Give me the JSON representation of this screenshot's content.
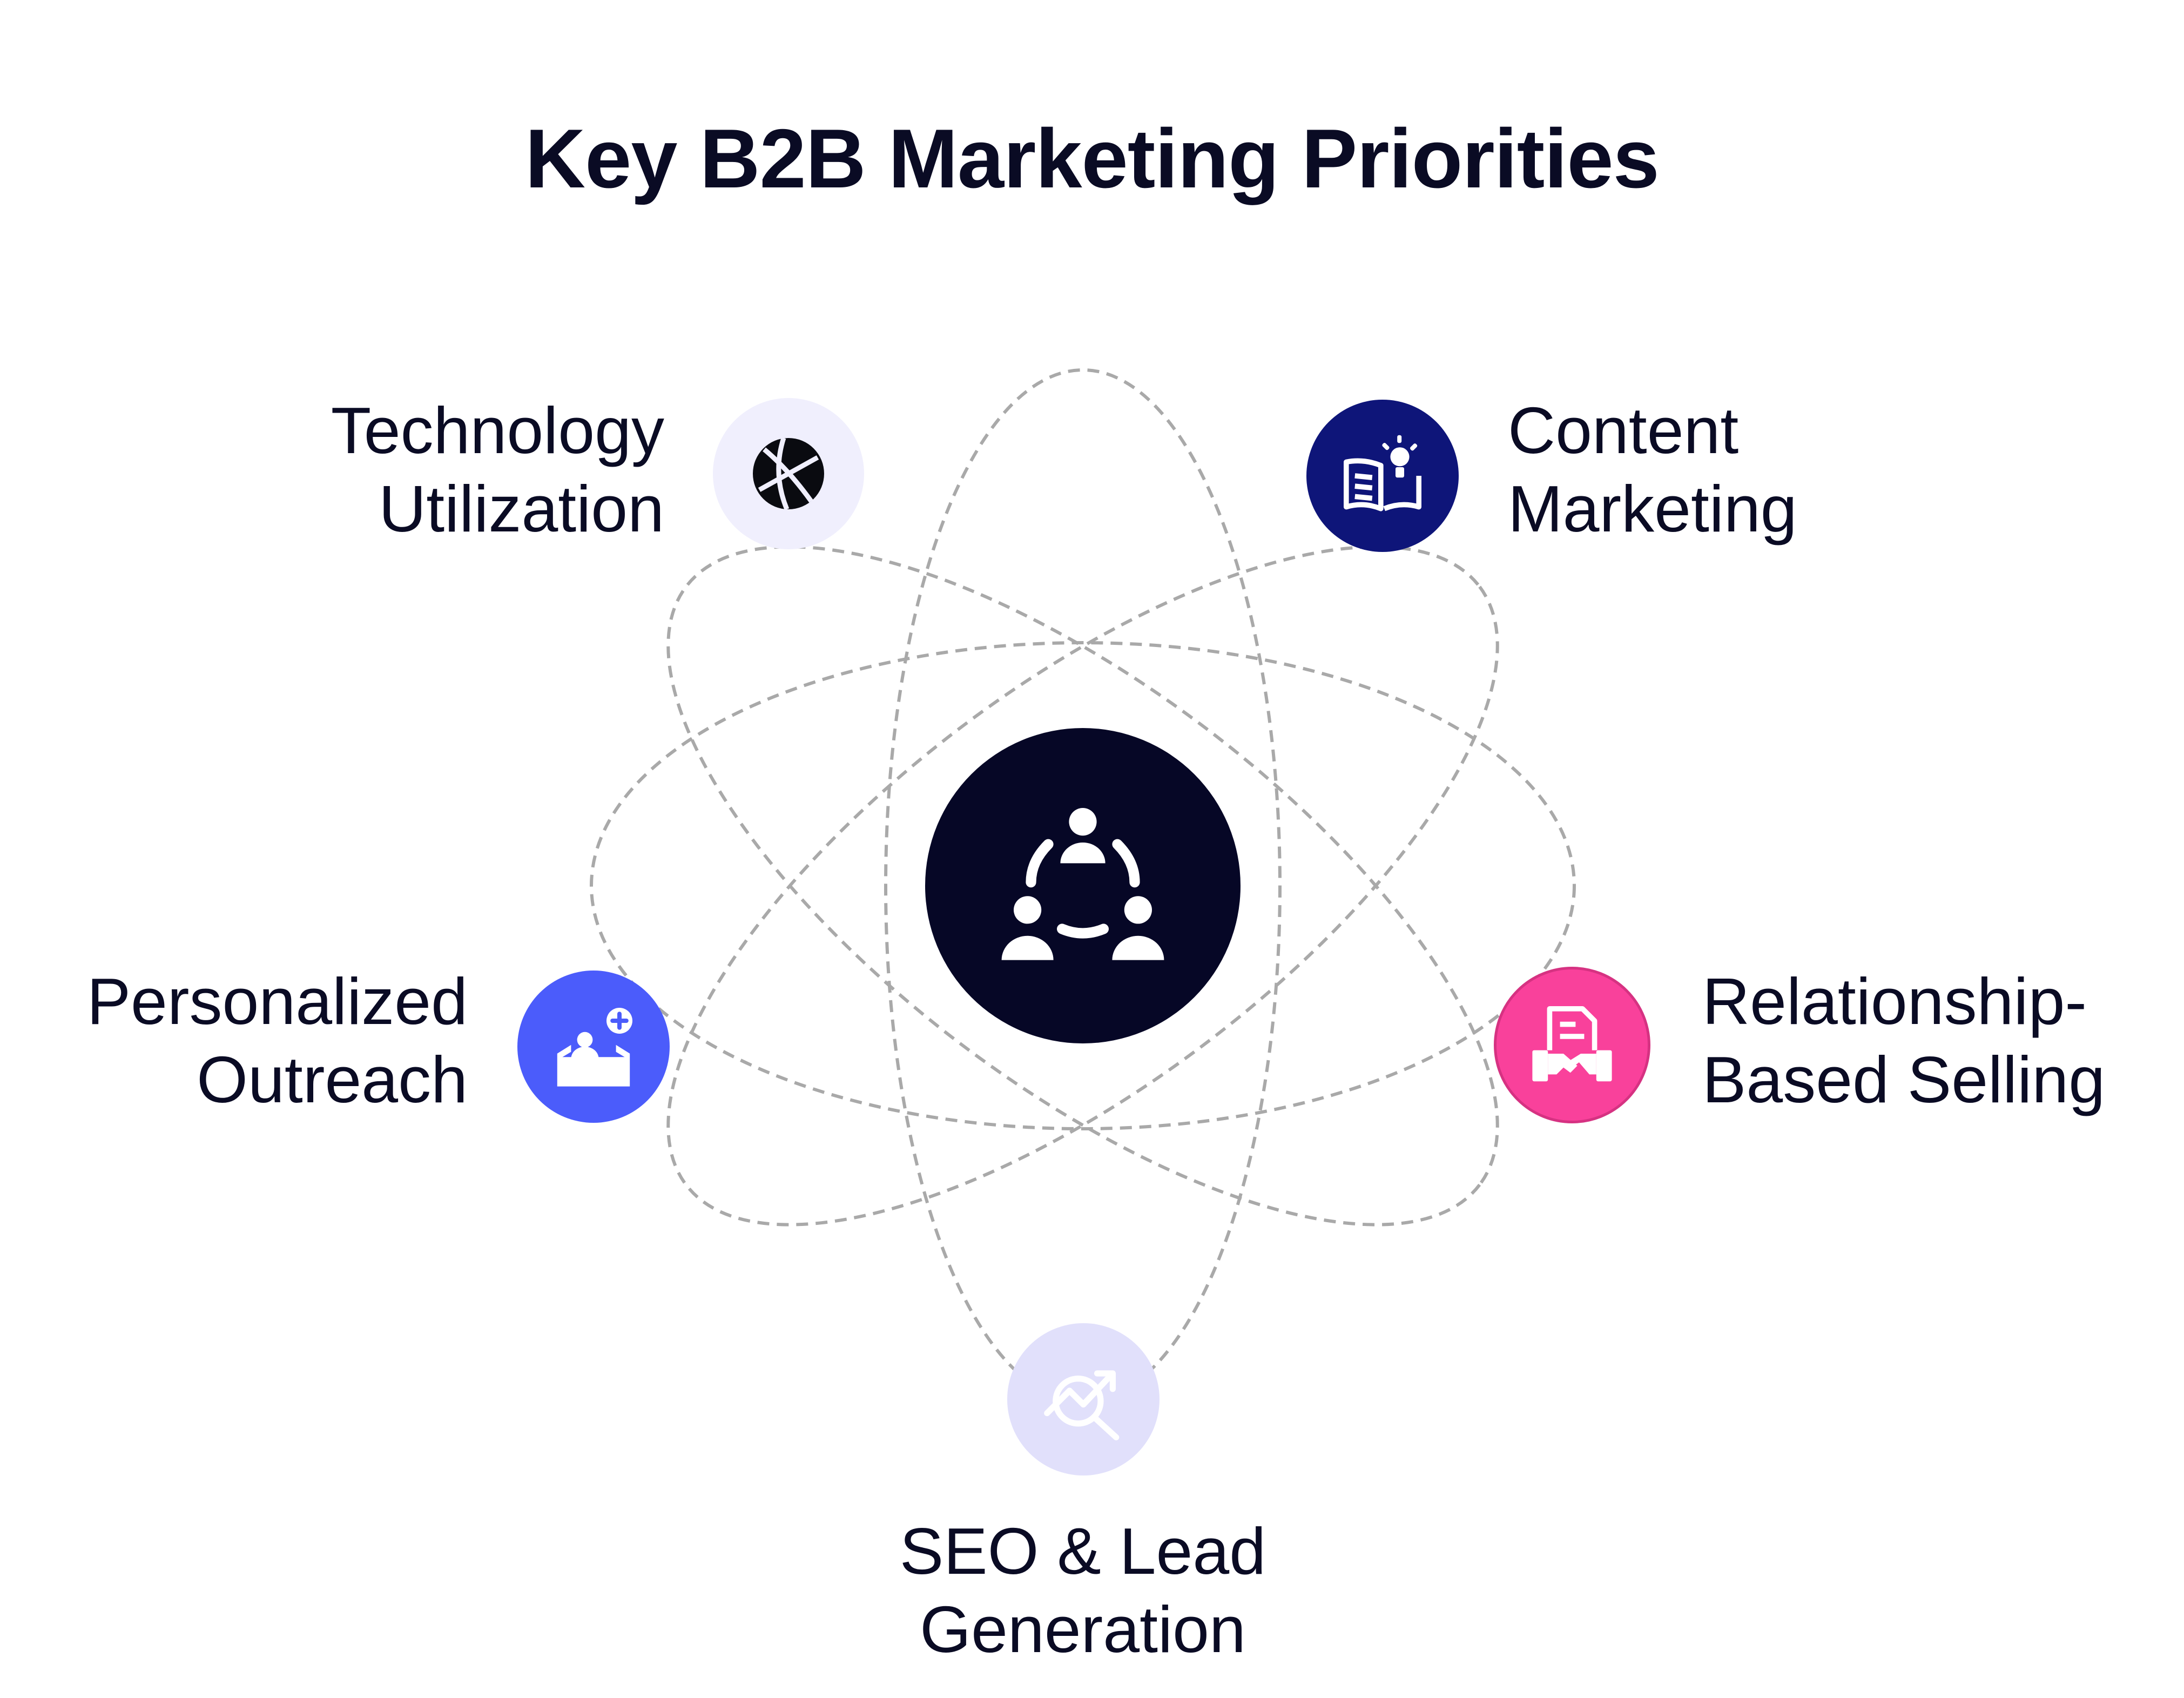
{
  "title": "Key B2B Marketing Priorities",
  "center": {
    "icon": "team-collaboration-icon",
    "color": "#060726"
  },
  "priorities": [
    {
      "id": "technology",
      "lines": [
        "Technology",
        "Utilization"
      ],
      "icon": "globe-icon",
      "circle_color": "#f0effd",
      "icon_color": "#0a0b10"
    },
    {
      "id": "content",
      "lines": [
        "Content",
        "Marketing"
      ],
      "icon": "book-lightbulb-icon",
      "circle_color": "#0e1579",
      "icon_color": "#ffffff"
    },
    {
      "id": "personalized",
      "lines": [
        "Personalized",
        "Outreach"
      ],
      "icon": "mailbox-person-icon",
      "circle_color": "#4b5cfb",
      "icon_color": "#ffffff"
    },
    {
      "id": "relationship",
      "lines": [
        "Relationship-",
        "Based Selling"
      ],
      "icon": "handshake-document-icon",
      "circle_color": "#f9419b",
      "icon_color": "#ffffff"
    },
    {
      "id": "seo",
      "lines": [
        "SEO & Lead",
        "Generation"
      ],
      "icon": "growth-search-icon",
      "circle_color": "#e1e0fb",
      "icon_color": "#ffffff"
    }
  ],
  "orbit_color": "#a9a9a9"
}
